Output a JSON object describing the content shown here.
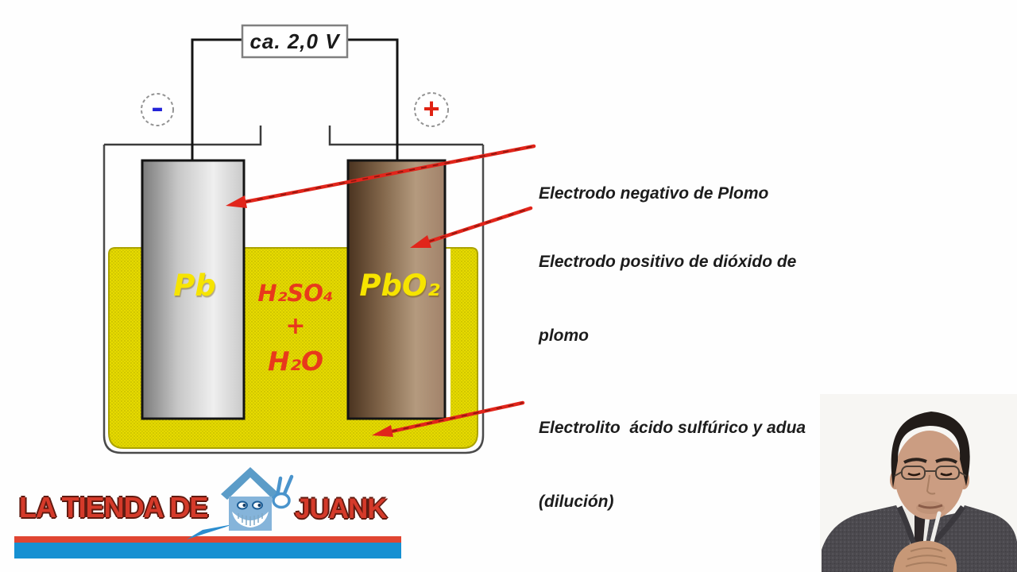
{
  "colors": {
    "terminal-blue": "#2424d8",
    "terminal-red": "#e02212",
    "label-yellow": "#f6e400",
    "formula-red": "#e8391c",
    "arrow-red": "#e1251b",
    "electrolyte-yellow": "#e6da00",
    "electrolyte-dot": "#c3b900",
    "logo-red": "#d53a2a",
    "stripe-red": "#e04532",
    "stripe-blue": "#1690d2",
    "house-blue": "#85b4da",
    "roof-blue": "#5b9cc8"
  },
  "diagram": {
    "voltage_label": "ca. 2,0 V",
    "negative_terminal": "-",
    "positive_terminal": "+",
    "left_electrode": "Pb",
    "right_electrode": "PbO₂",
    "electrolyte_formula": [
      "H₂SO₄",
      "+",
      "H₂O"
    ],
    "annotations": [
      {
        "lines": [
          "Electrodo negativo de Plomo",
          ""
        ]
      },
      {
        "lines": [
          "Electrodo positivo de dióxido de",
          "plomo"
        ]
      },
      {
        "lines": [
          "Electrolito  ácido sulfúrico y adua",
          "(dilución)"
        ]
      }
    ]
  },
  "logo": {
    "text_left": "LA TIENDA DE",
    "text_right": "JUANK"
  },
  "icons": {
    "house": "smiling-house-icon",
    "hand": "peace-hand-icon",
    "webcam": "presenter-webcam"
  }
}
